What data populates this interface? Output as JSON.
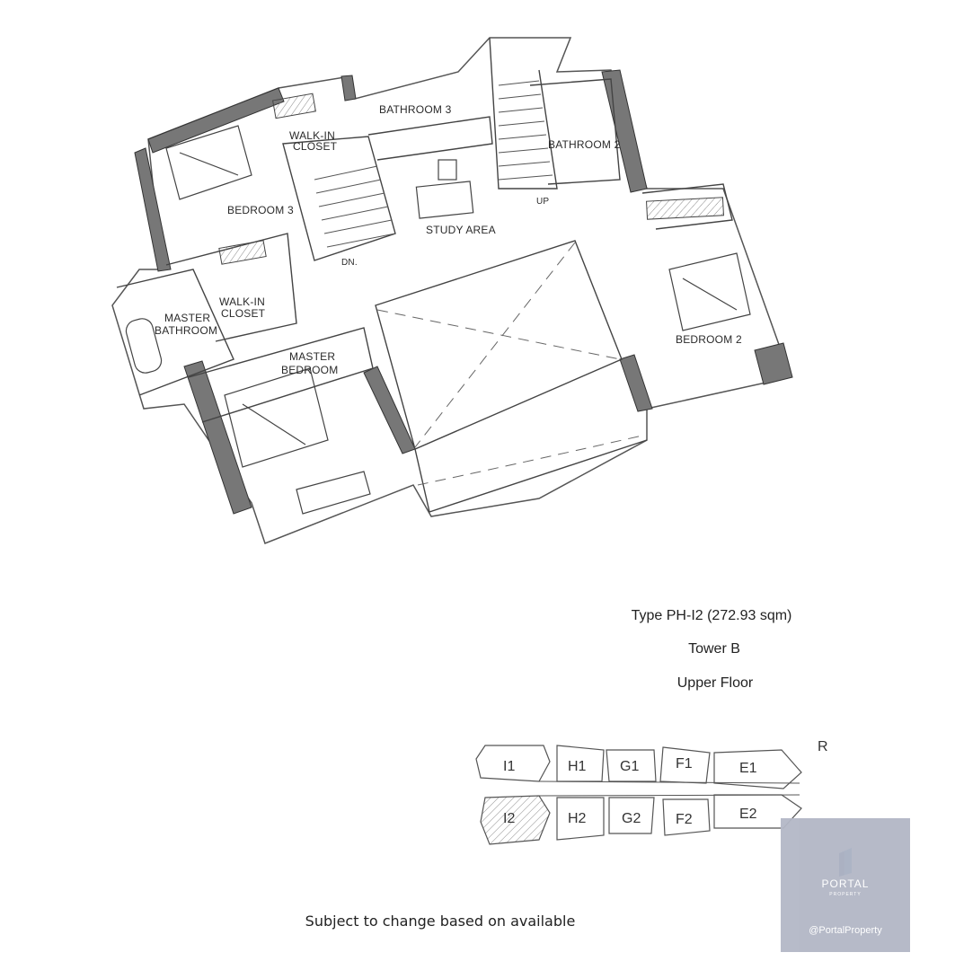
{
  "floor_plan": {
    "rooms": {
      "bedroom3": "BEDROOM 3",
      "walkin_closet_top": [
        "WALK-IN",
        "CLOSET"
      ],
      "bathroom3": "BATHROOM 3",
      "bathroom2": "BATHROOM 2",
      "up": "UP",
      "study_area": "STUDY AREA",
      "dn": "DN.",
      "master_bathroom": [
        "MASTER",
        "BATHROOM"
      ],
      "walkin_closet_master": [
        "WALK-IN",
        "CLOSET"
      ],
      "master_bedroom": [
        "MASTER",
        "BEDROOM"
      ],
      "bedroom2": "BEDROOM 2"
    }
  },
  "unit_info": {
    "type": "Type PH-I2 (272.93 sqm)",
    "tower": "Tower B",
    "floor": "Upper Floor"
  },
  "key_plan": {
    "top_row": [
      "I1",
      "H1",
      "G1",
      "F1",
      "E1"
    ],
    "bottom_row": [
      "I2",
      "H2",
      "G2",
      "F2",
      "E2"
    ],
    "highlighted_unit": "I2",
    "north_marker": "R"
  },
  "disclaimer": "Subject to change based on available",
  "watermark": {
    "brand": "PORTAL",
    "sub": "PROPERTY",
    "handle": "@PortalProperty",
    "colors": {
      "panel": "#b3b7c6",
      "logo": "#2f7fc4"
    }
  }
}
